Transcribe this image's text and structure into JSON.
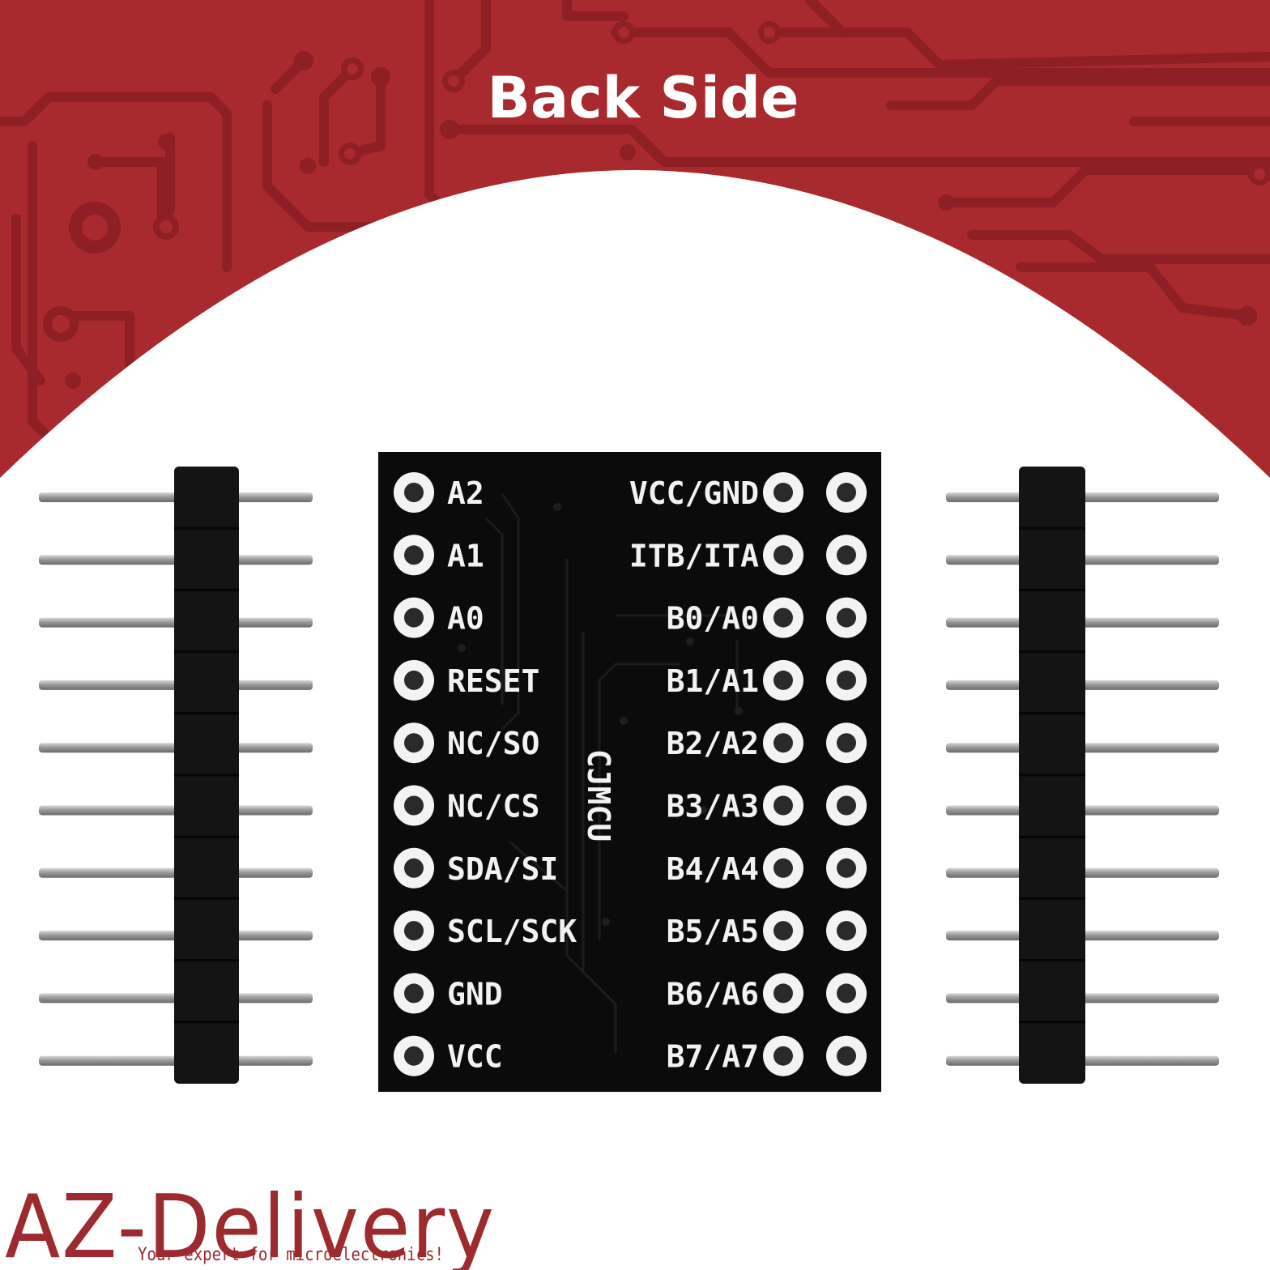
{
  "header": {
    "title": "Back Side"
  },
  "board": {
    "silkscreen_vertical": "CJMCU",
    "left_labels": [
      "A2",
      "A1",
      "A0",
      "RESET",
      "NC/SO",
      "NC/CS",
      "SDA/SI",
      "SCL/SCK",
      "GND",
      "VCC"
    ],
    "right_labels": [
      "VCC/GND",
      "ITB/ITA",
      "B0/A0",
      "B1/A1",
      "B2/A2",
      "B3/A3",
      "B4/A4",
      "B5/A5",
      "B6/A6",
      "B7/A7"
    ]
  },
  "headers": {
    "pin_count_each": 10
  },
  "logo": {
    "text": "AZ-Delivery",
    "tagline": "Your expert for microelectronics!"
  },
  "colors": {
    "brand_red": "#a8292e",
    "trace_red": "#8e1f24",
    "pcb_black": "#0b0b0b",
    "logo_red": "#9c2a2e"
  }
}
